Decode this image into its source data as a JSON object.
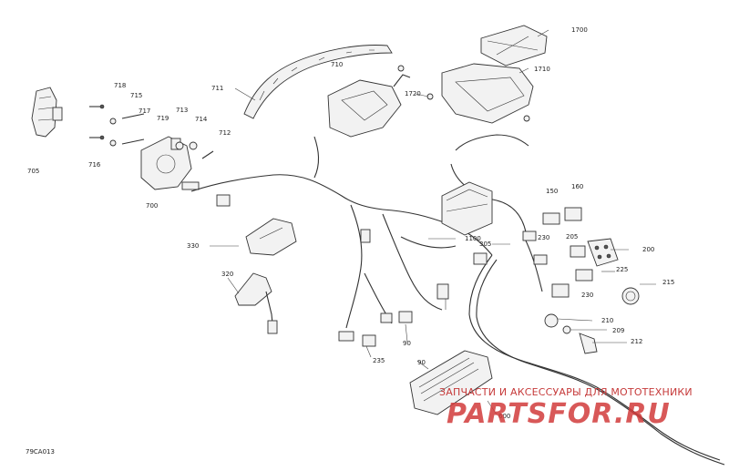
{
  "diagram": {
    "code": "79CA013",
    "watermark": {
      "line1": "ЗАПЧАСТИ И АКСЕССУАРЫ ДЛЯ МОТОТЕХНИКИ",
      "line2": "PARTSFOR.RU"
    },
    "labels": [
      {
        "id": "705",
        "text": "705"
      },
      {
        "id": "718",
        "text": "718"
      },
      {
        "id": "715",
        "text": "715"
      },
      {
        "id": "717",
        "text": "717"
      },
      {
        "id": "719",
        "text": "719"
      },
      {
        "id": "713",
        "text": "713"
      },
      {
        "id": "714",
        "text": "714"
      },
      {
        "id": "712",
        "text": "712"
      },
      {
        "id": "716",
        "text": "716"
      },
      {
        "id": "700",
        "text": "700"
      },
      {
        "id": "711",
        "text": "711"
      },
      {
        "id": "710",
        "text": "710"
      },
      {
        "id": "1720",
        "text": "1720"
      },
      {
        "id": "1700",
        "text": "1700"
      },
      {
        "id": "1710",
        "text": "1710"
      },
      {
        "id": "330",
        "text": "330"
      },
      {
        "id": "320",
        "text": "320"
      },
      {
        "id": "150",
        "text": "150"
      },
      {
        "id": "160",
        "text": "160"
      },
      {
        "id": "1100",
        "text": "1100"
      },
      {
        "id": "305",
        "text": "305"
      },
      {
        "id": "230a",
        "text": "230"
      },
      {
        "id": "205",
        "text": "205"
      },
      {
        "id": "200",
        "text": "200"
      },
      {
        "id": "225",
        "text": "225"
      },
      {
        "id": "215",
        "text": "215"
      },
      {
        "id": "230b",
        "text": "230"
      },
      {
        "id": "210",
        "text": "210"
      },
      {
        "id": "209",
        "text": "209"
      },
      {
        "id": "212",
        "text": "212"
      },
      {
        "id": "90a",
        "text": "90"
      },
      {
        "id": "235",
        "text": "235"
      },
      {
        "id": "90b",
        "text": "90"
      },
      {
        "id": "600",
        "text": "600"
      }
    ]
  }
}
